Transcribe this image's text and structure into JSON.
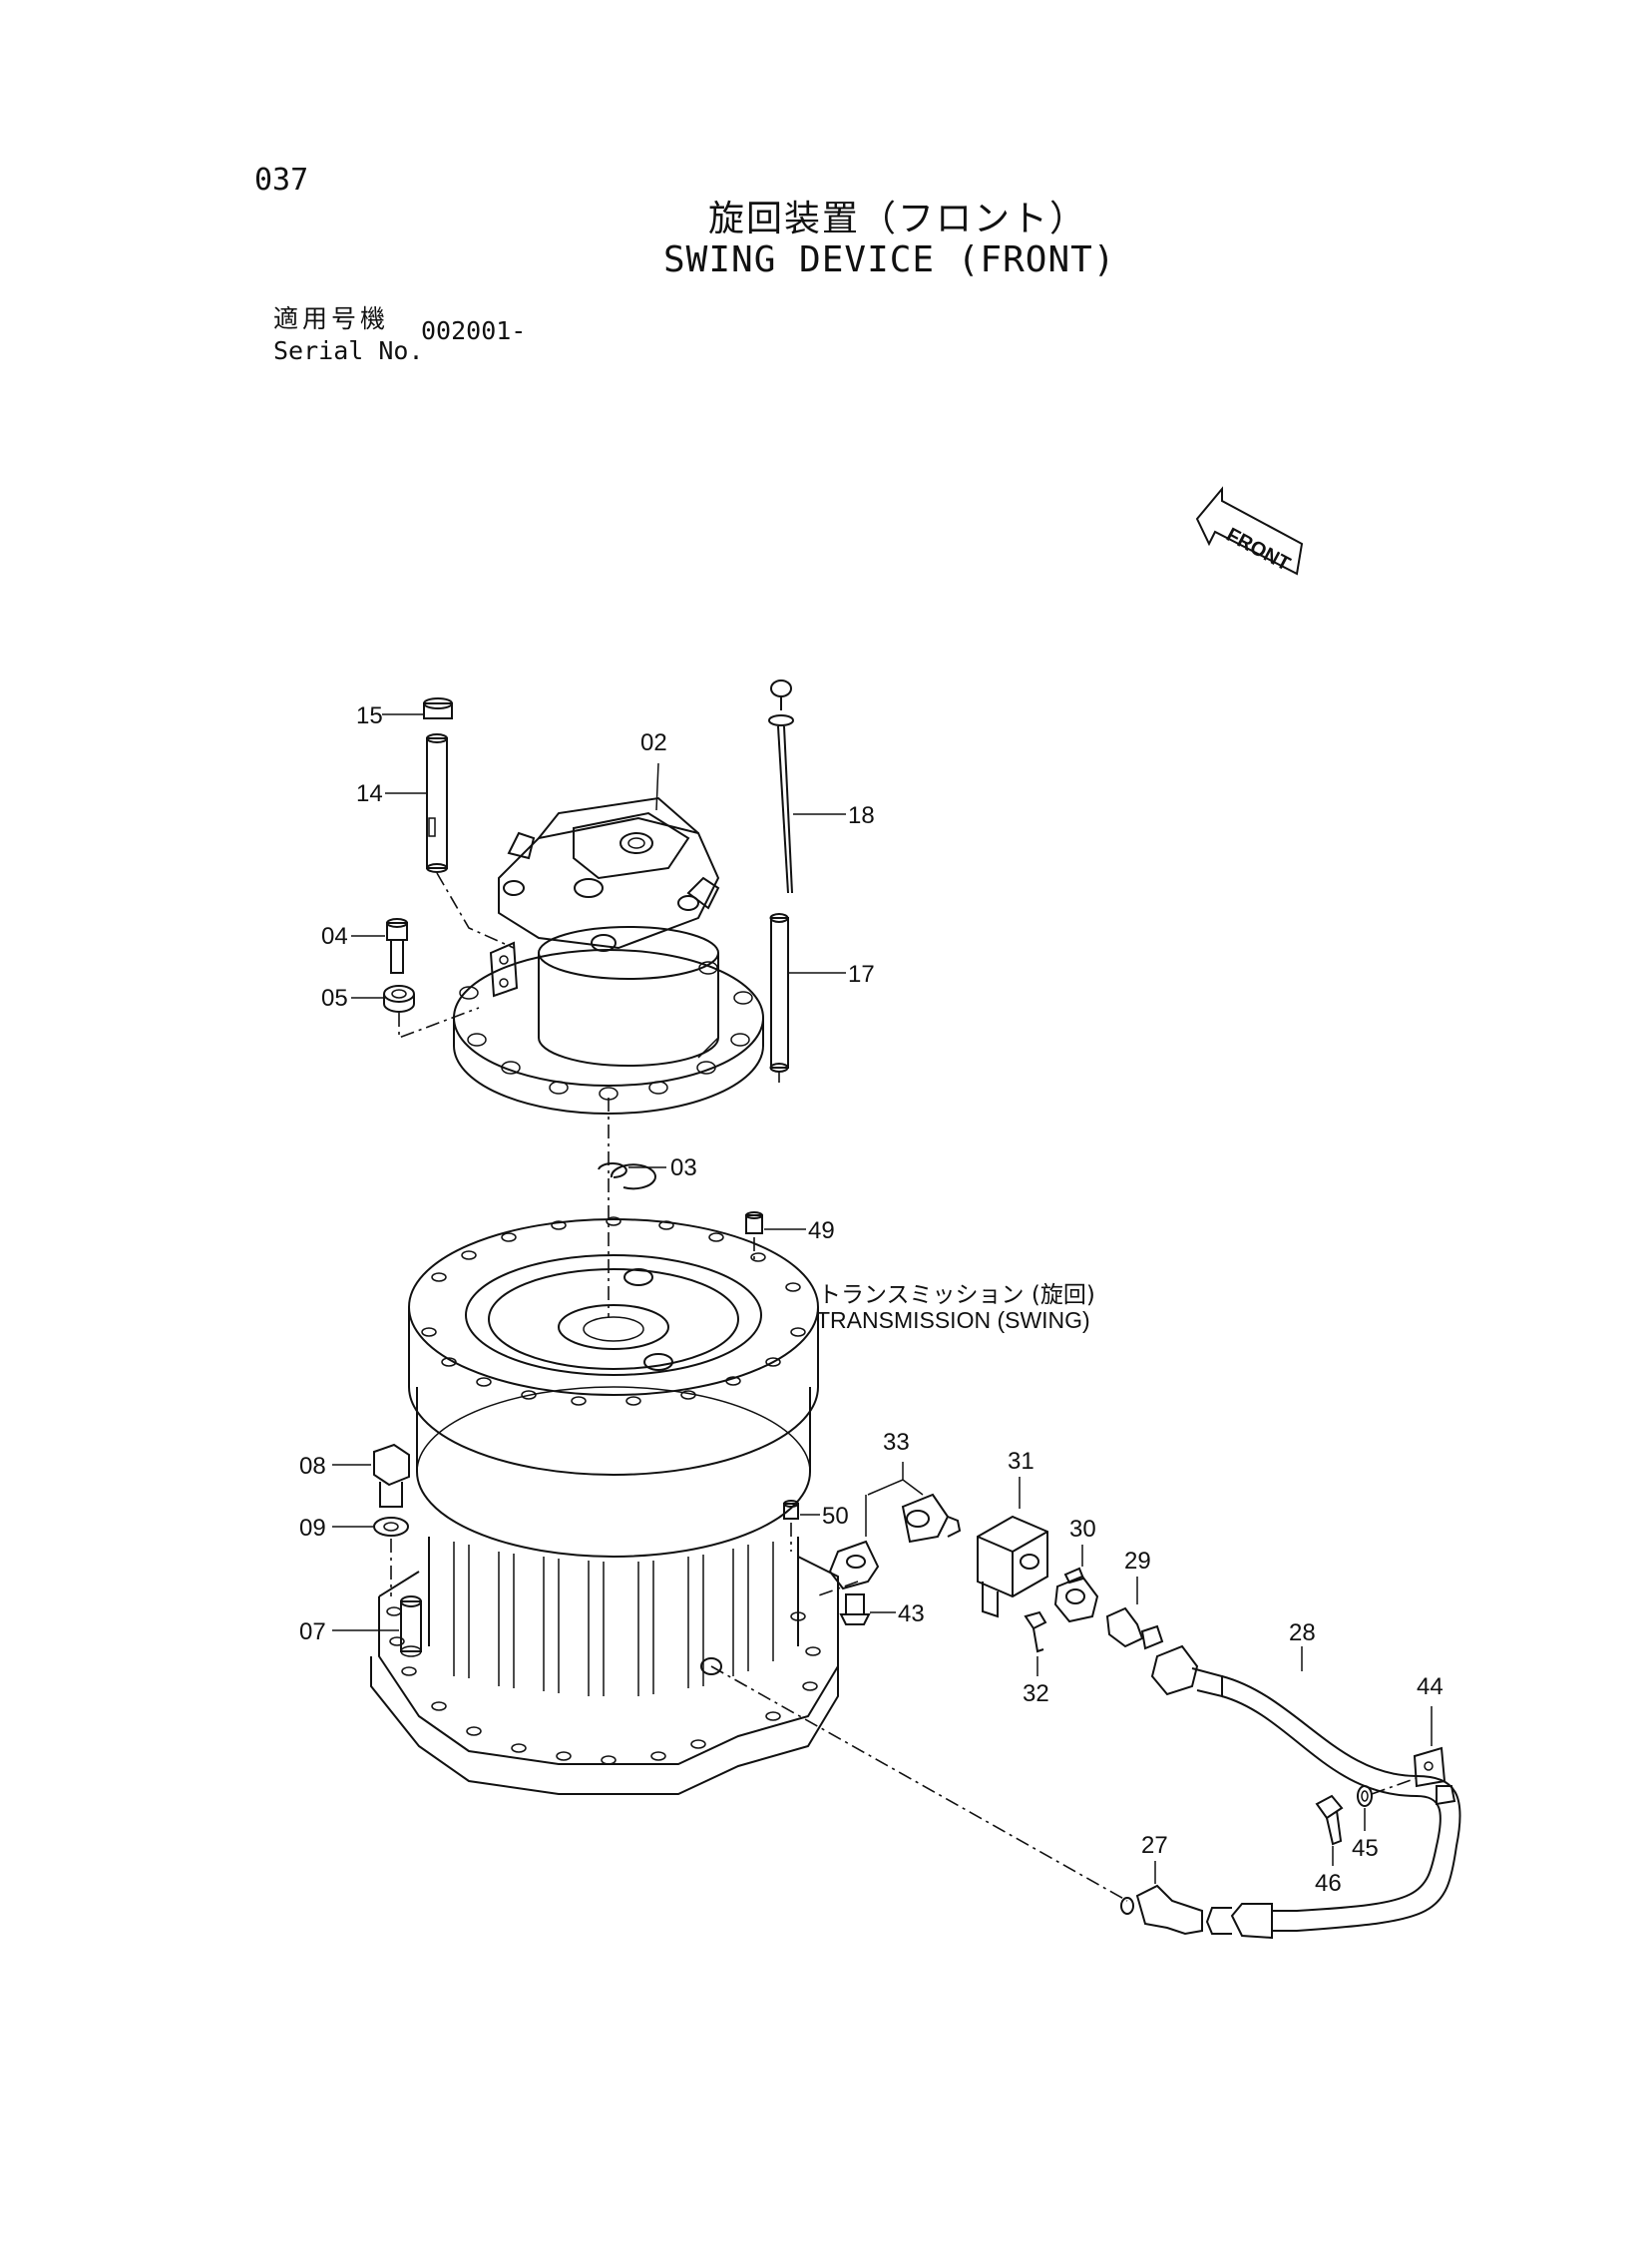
{
  "header": {
    "page_number": "037",
    "title_jp": "旋回装置（フロント）",
    "title_en": "SWING DEVICE (FRONT)",
    "serial_label_jp": "適用号機",
    "serial_label_en": "Serial No.",
    "serial_value": "002001-"
  },
  "front_arrow": {
    "label": "FRONT"
  },
  "transmission": {
    "label_jp": "トランスミッション (旋回)",
    "label_en": "TRANSMISSION (SWING)"
  },
  "parts": [
    "02",
    "03",
    "04",
    "05",
    "07",
    "08",
    "09",
    "14",
    "15",
    "17",
    "18",
    "27",
    "28",
    "29",
    "30",
    "31",
    "32",
    "33",
    "43",
    "44",
    "45",
    "46",
    "49",
    "50"
  ]
}
